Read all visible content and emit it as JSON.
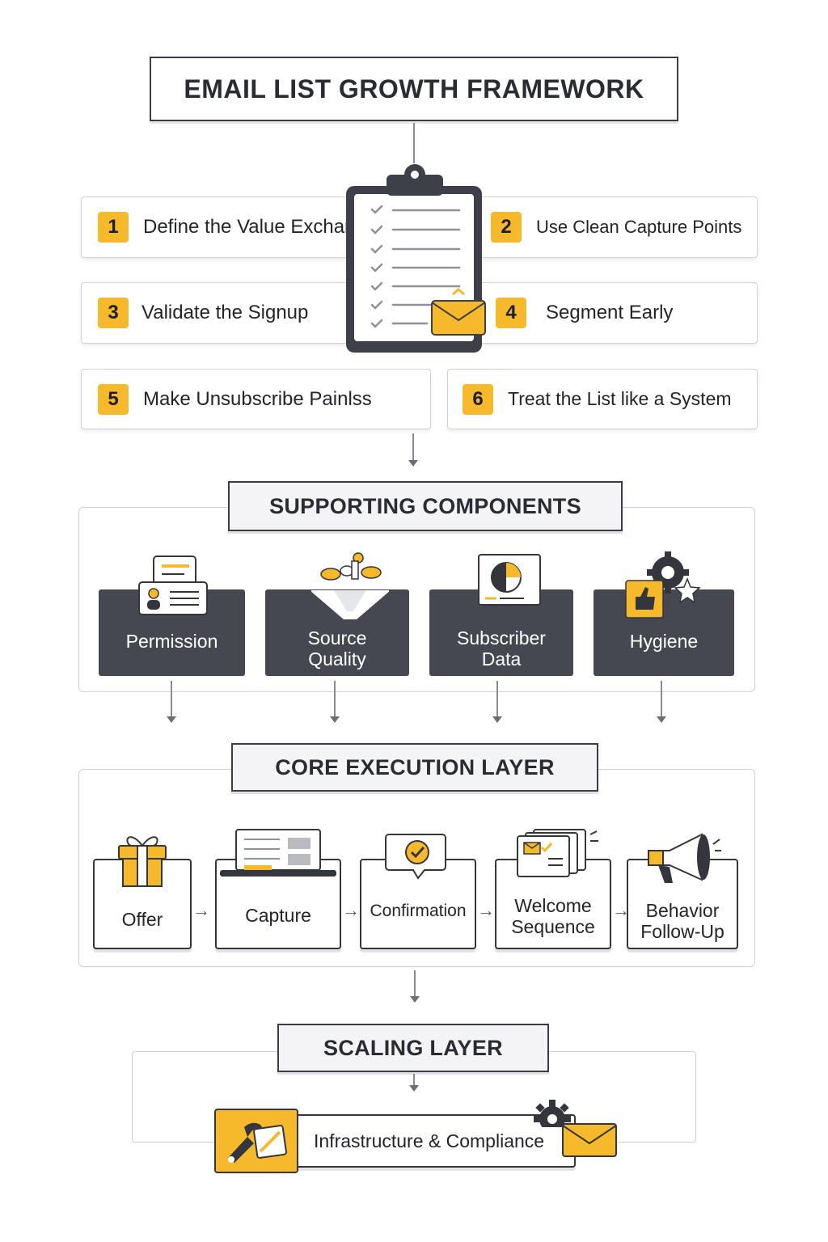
{
  "title": "EMAIL LIST GROWTH FRAMEWORK",
  "principles": [
    {
      "number": "1",
      "label": "Define the Value Exchange"
    },
    {
      "number": "2",
      "label": "Use Clean Capture Points"
    },
    {
      "number": "3",
      "label": "Validate the Signup"
    },
    {
      "number": "4",
      "label": "Segment Early"
    },
    {
      "number": "5",
      "label": "Make Unsubscribe Painlss"
    },
    {
      "number": "6",
      "label": "Treat the List like a System"
    }
  ],
  "supporting": {
    "heading": "SUPPORTING COMPONENTS",
    "items": [
      {
        "label": "Permission",
        "icon": "contact-card-icon"
      },
      {
        "label": "Source\nQuality",
        "icon": "funnel-icon"
      },
      {
        "label": "Subscriber\nData",
        "icon": "pie-report-icon"
      },
      {
        "label": "Hygiene",
        "icon": "gear-thumbs-up-icon"
      }
    ]
  },
  "core": {
    "heading": "CORE EXECUTION LAYER",
    "steps": [
      {
        "label": "Offer",
        "icon": "gift-icon"
      },
      {
        "label": "Capture",
        "icon": "form-laptop-icon"
      },
      {
        "label": "Confirmation",
        "icon": "check-bubble-icon"
      },
      {
        "label": "Welcome\nSequence",
        "icon": "email-stack-icon"
      },
      {
        "label": "Behavior\nFollow-Up",
        "icon": "megaphone-icon"
      }
    ],
    "connector": "→"
  },
  "scaling": {
    "heading": "SCALING LAYER",
    "item": "Infrastructure & Compliance"
  },
  "colors": {
    "accent": "#f6b92b",
    "dark": "#454850",
    "outline": "#34363d"
  }
}
